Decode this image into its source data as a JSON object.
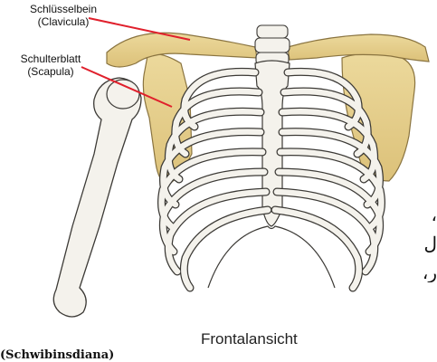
{
  "figure": {
    "labels": {
      "clavicula_de": "Schlüsselbein",
      "clavicula_lat": "(Clavicula)",
      "scapula_de": "Schulterblatt",
      "scapula_lat": "(Scapula)"
    },
    "view_label": "Frontalansicht",
    "caption_partial": "(Schwibinsdiana)",
    "side_text": [
      "،",
      "ڸ",
      "رِ،"
    ]
  },
  "colors": {
    "bone_fill": "#f4f2ec",
    "bone_outline": "#3c3a36",
    "shoulder_fill": "#e6d08f",
    "shoulder_outline": "#8a7440",
    "leader_line": "#e0202c"
  }
}
